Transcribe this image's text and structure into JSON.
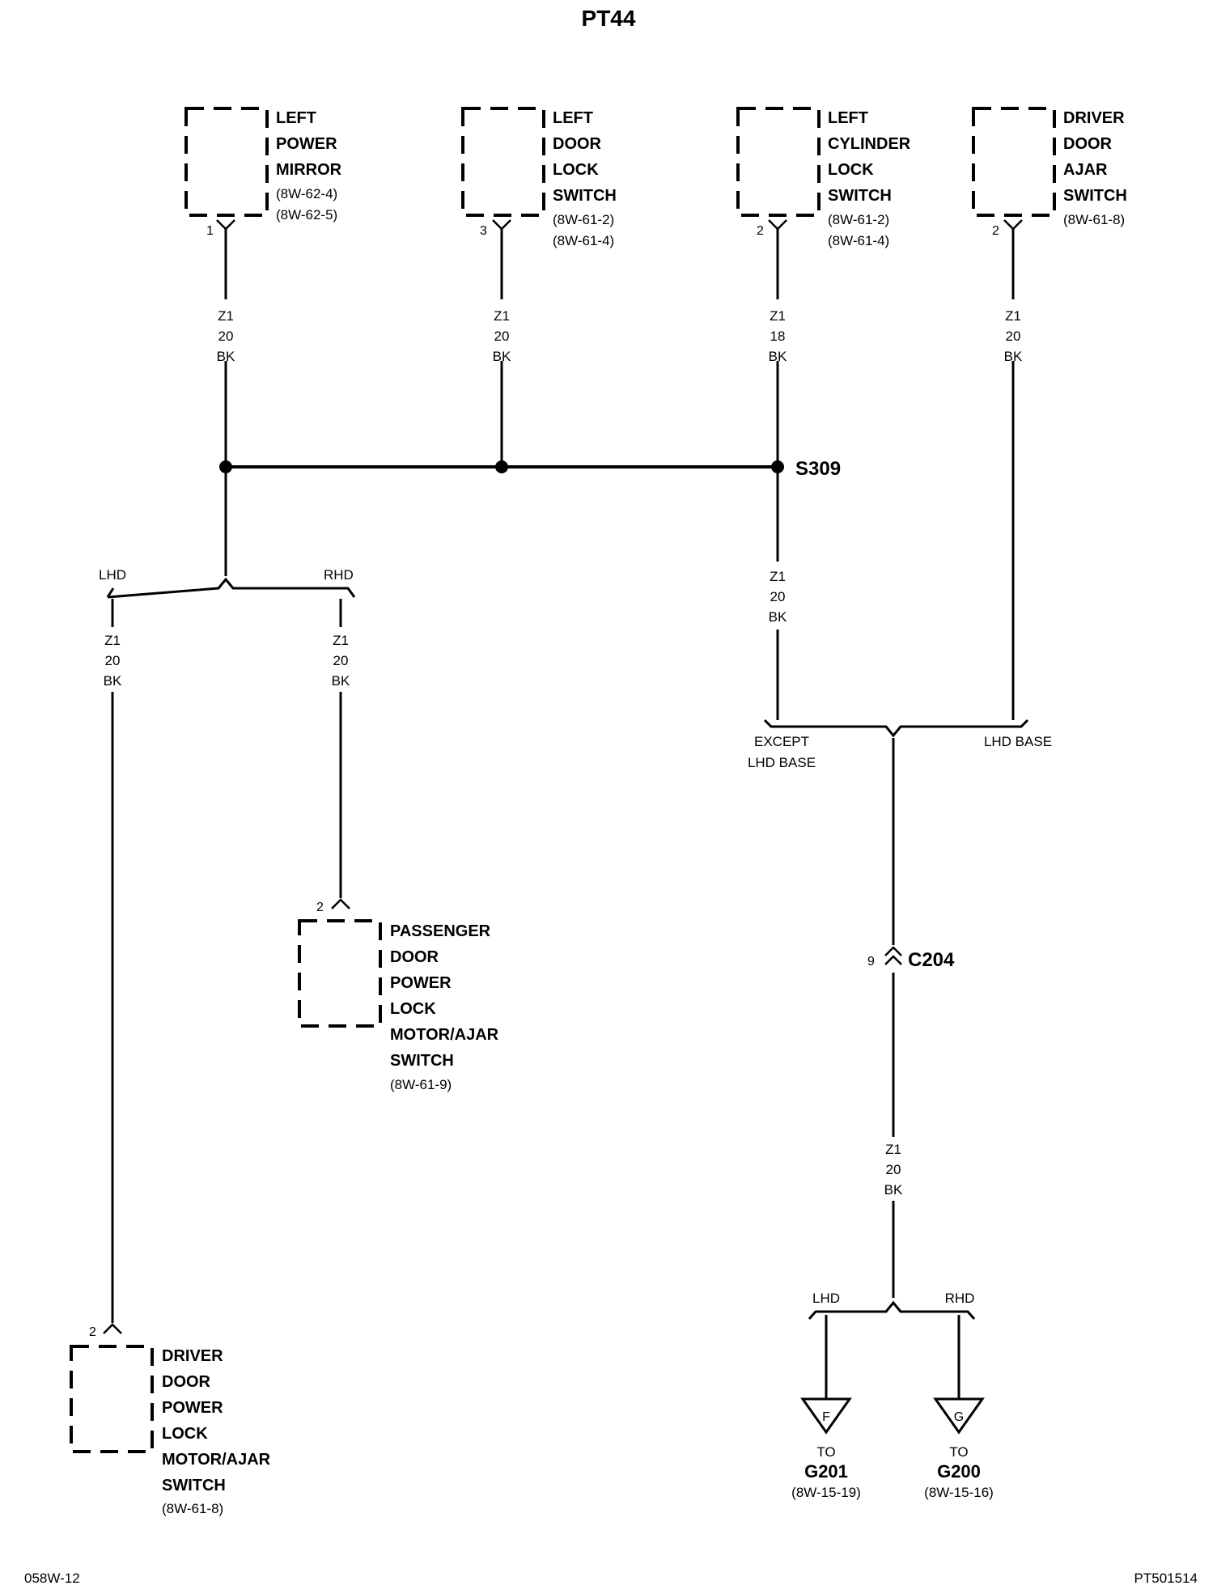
{
  "title": "PT44",
  "footer": {
    "left": "058W-12",
    "right": "PT501514"
  },
  "components": {
    "left_power_mirror": {
      "lines": [
        "LEFT",
        "POWER",
        "MIRROR"
      ],
      "refs": [
        "(8W-62-4)",
        "(8W-62-5)"
      ],
      "pin": "1"
    },
    "left_door_lock_switch": {
      "lines": [
        "LEFT",
        "DOOR",
        "LOCK",
        "SWITCH"
      ],
      "refs": [
        "(8W-61-2)",
        "(8W-61-4)"
      ],
      "pin": "3"
    },
    "left_cylinder_lock_switch": {
      "lines": [
        "LEFT",
        "CYLINDER",
        "LOCK",
        "SWITCH"
      ],
      "refs": [
        "(8W-61-2)",
        "(8W-61-4)"
      ],
      "pin": "2"
    },
    "driver_door_ajar_switch": {
      "lines": [
        "DRIVER",
        "DOOR",
        "AJAR",
        "SWITCH"
      ],
      "refs": [
        "(8W-61-8)"
      ],
      "pin": "2"
    },
    "passenger_door_power_lock": {
      "lines": [
        "PASSENGER",
        "DOOR",
        "POWER",
        "LOCK",
        "MOTOR/AJAR",
        "SWITCH"
      ],
      "refs": [
        "(8W-61-9)"
      ],
      "pin": "2"
    },
    "driver_door_power_lock": {
      "lines": [
        "DRIVER",
        "DOOR",
        "POWER",
        "LOCK",
        "MOTOR/AJAR",
        "SWITCH"
      ],
      "refs": [
        "(8W-61-8)"
      ],
      "pin": "2"
    }
  },
  "wires": {
    "mirror": [
      "Z1",
      "20",
      "BK"
    ],
    "door_lock": [
      "Z1",
      "20",
      "BK"
    ],
    "cylinder": [
      "Z1",
      "18",
      "BK"
    ],
    "ajar": [
      "Z1",
      "20",
      "BK"
    ],
    "lhd_drop": [
      "Z1",
      "20",
      "BK"
    ],
    "rhd_drop": [
      "Z1",
      "20",
      "BK"
    ],
    "s309_drop": [
      "Z1",
      "20",
      "BK"
    ],
    "ground_feed": [
      "Z1",
      "20",
      "BK"
    ]
  },
  "splice": {
    "label": "S309"
  },
  "connector": {
    "label": "C204",
    "pin": "9"
  },
  "options": {
    "upper_lhd": "LHD",
    "upper_rhd": "RHD",
    "except_lhd_base": [
      "EXCEPT",
      "LHD BASE"
    ],
    "lhd_base": "LHD BASE",
    "lower_lhd": "LHD",
    "lower_rhd": "RHD"
  },
  "grounds": {
    "left": {
      "letter": "F",
      "to": "TO",
      "name": "G201",
      "ref": "(8W-15-19)"
    },
    "right": {
      "letter": "G",
      "to": "TO",
      "name": "G200",
      "ref": "(8W-15-16)"
    }
  }
}
